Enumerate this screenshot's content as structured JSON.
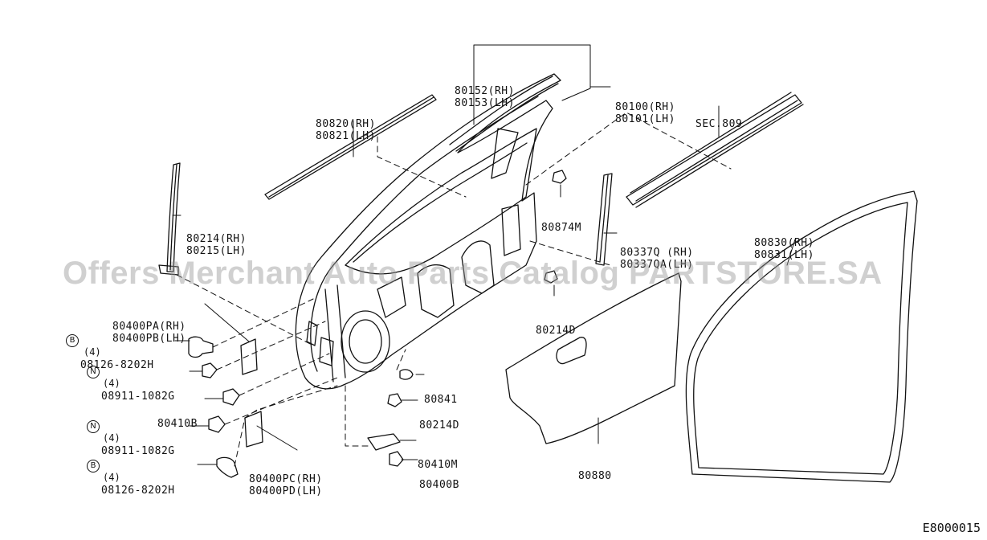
{
  "labels": {
    "l80152": [
      "80152(RH)",
      "80153(LH)"
    ],
    "l80100": [
      "80100(RH)",
      "80101(LH)"
    ],
    "l80820": [
      "80820(RH)",
      "80821(LH)"
    ],
    "lsec": [
      "SEC.809"
    ],
    "l80214a": [
      "80214(RH)",
      "80215(LH)"
    ],
    "l80874": [
      "80874M"
    ],
    "l80337": [
      "80337Q (RH)",
      "80337QA(LH)"
    ],
    "l80830": [
      "80830(RH)",
      "80831(LH)"
    ],
    "l80214d_top": [
      "80214D"
    ],
    "l80400pa": [
      "80400PA(RH)",
      "80400PB(LH)"
    ],
    "l08126a": [
      "08126-8202H"
    ],
    "l08911a": [
      "08911-1082G"
    ],
    "l80410b": [
      "80410B"
    ],
    "l08911b": [
      "08911-1082G"
    ],
    "l08126b": [
      "08126-8202H"
    ],
    "l80841": [
      "80841"
    ],
    "l80214d_bot": [
      "80214D"
    ],
    "l80410m": [
      "80410M"
    ],
    "l80400pc": [
      "80400PC(RH)",
      "80400PD(LH)"
    ],
    "l80400b": [
      "80400B"
    ],
    "l80880": [
      "80880"
    ]
  },
  "quantities": {
    "q08126a": "(4)",
    "q08911a": "(4)",
    "q08911b": "(4)",
    "q08126b": "(4)"
  },
  "markers": {
    "bolt": "B",
    "nut": "N"
  },
  "watermark": "Offers Merchant Auto Parts Catalog PARTSTORE.SA",
  "diagram_code": "E8000015"
}
